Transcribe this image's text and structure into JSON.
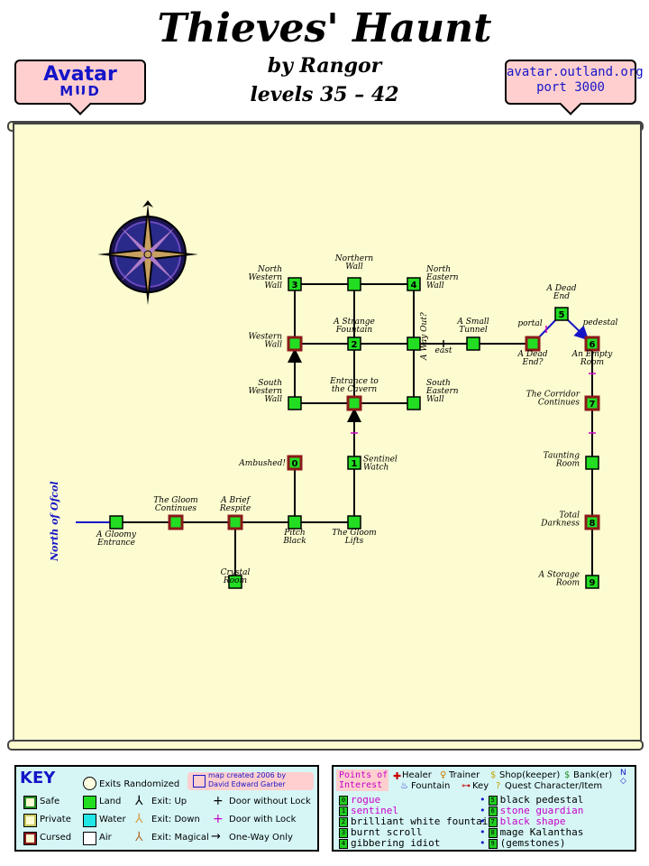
{
  "header": {
    "title": "Thieves' Haunt",
    "author": "by Rangor",
    "levels": "levels 35 – 42",
    "left_sign": {
      "line1": "Avatar",
      "line2": "MUD"
    },
    "right_sign": {
      "line1": "avatar.outland.org",
      "line2": "port 3000"
    }
  },
  "map": {
    "side_label": "North of Ofcol",
    "rooms": [
      {
        "label": "A Gloomy Entrance",
        "type": "land",
        "poi": ""
      },
      {
        "label": "The Gloom Continues",
        "type": "cursed",
        "poi": ""
      },
      {
        "label": "A Brief Respite",
        "type": "cursed",
        "poi": ""
      },
      {
        "label": "Crystal Room",
        "type": "land",
        "poi": ""
      },
      {
        "label": "Pitch Black",
        "type": "land",
        "poi": ""
      },
      {
        "label": "Ambushed!",
        "type": "cursed",
        "poi": "0"
      },
      {
        "label": "The Gloom Lifts",
        "type": "land",
        "poi": ""
      },
      {
        "label": "Sentinel Watch",
        "type": "land",
        "poi": "1"
      },
      {
        "label": "Entrance to the Cavern",
        "type": "cursed",
        "poi": ""
      },
      {
        "label": "South Western Wall",
        "type": "land",
        "poi": ""
      },
      {
        "label": "South Eastern Wall",
        "type": "land",
        "poi": ""
      },
      {
        "label": "Western Wall",
        "type": "cursed",
        "poi": ""
      },
      {
        "label": "A Strange Fountain",
        "type": "land",
        "poi": "2"
      },
      {
        "label": "A Way Out?",
        "type": "land",
        "poi": ""
      },
      {
        "label": "North Western Wall",
        "type": "land",
        "poi": "3"
      },
      {
        "label": "Northern Wall",
        "type": "land",
        "poi": ""
      },
      {
        "label": "North Eastern Wall",
        "type": "land",
        "poi": "4"
      },
      {
        "label": "A Small Tunnel",
        "type": "land",
        "poi": ""
      },
      {
        "label": "A Dead End?",
        "type": "cursed",
        "poi": ""
      },
      {
        "label": "A Dead End",
        "type": "land",
        "poi": "5"
      },
      {
        "label": "An Empty Room",
        "type": "cursed",
        "poi": "6"
      },
      {
        "label": "The Corridor Continues",
        "type": "cursed",
        "poi": "7"
      },
      {
        "label": "Taunting Room",
        "type": "land",
        "poi": ""
      },
      {
        "label": "Total Darkness",
        "type": "cursed",
        "poi": "8"
      },
      {
        "label": "A Storage Room",
        "type": "land",
        "poi": "9"
      }
    ],
    "edge_labels": {
      "east": "east",
      "portal": "portal",
      "pedestal": "pedestal"
    }
  },
  "key": {
    "title": "KEY",
    "exits_randomized": "Exits Randomized",
    "credit_line1": "map created 2006 by",
    "credit_line2": "David Edward Garber",
    "room_types": [
      "Safe",
      "Private",
      "Cursed",
      "Land",
      "Water",
      "Air"
    ],
    "exits": [
      "Exit: Up",
      "Exit: Down",
      "Exit: Magical"
    ],
    "doors": [
      "Door without Lock",
      "Door with Lock",
      "One-Way Only"
    ]
  },
  "poi": {
    "header_line1": "Points of",
    "header_line2": "Interest",
    "legend": [
      "Healer",
      "Trainer",
      "Shop(keeper)",
      "Bank(er)",
      "Fountain",
      "Key",
      "Quest Character/Item"
    ],
    "items": [
      {
        "num": "0",
        "text": "rogue",
        "color": "#c800c8"
      },
      {
        "num": "1",
        "text": "sentinel",
        "color": "#c800c8"
      },
      {
        "num": "2",
        "text": "brilliant white fountain",
        "color": "#000000"
      },
      {
        "num": "3",
        "text": "burnt scroll",
        "color": "#000000"
      },
      {
        "num": "4",
        "text": "gibbering idiot",
        "color": "#000000"
      },
      {
        "num": "5",
        "text": "black pedestal",
        "color": "#000000"
      },
      {
        "num": "6",
        "text": "stone guardian",
        "color": "#c800c8"
      },
      {
        "num": "7",
        "text": "black shape",
        "color": "#c800c8"
      },
      {
        "num": "8",
        "text": "mage Kalanthas",
        "color": "#000000"
      },
      {
        "num": "9",
        "text": "(gemstones)",
        "color": "#000000"
      }
    ]
  },
  "colors": {
    "land": "#22dd22",
    "cursed_border": "#8b1a1a",
    "parchment": "#fdfcd0",
    "key_bg": "#d6f6f6",
    "sign_bg": "#ffcfcf",
    "link_blue": "#1515c8",
    "lock_mark": "#c800c8"
  }
}
